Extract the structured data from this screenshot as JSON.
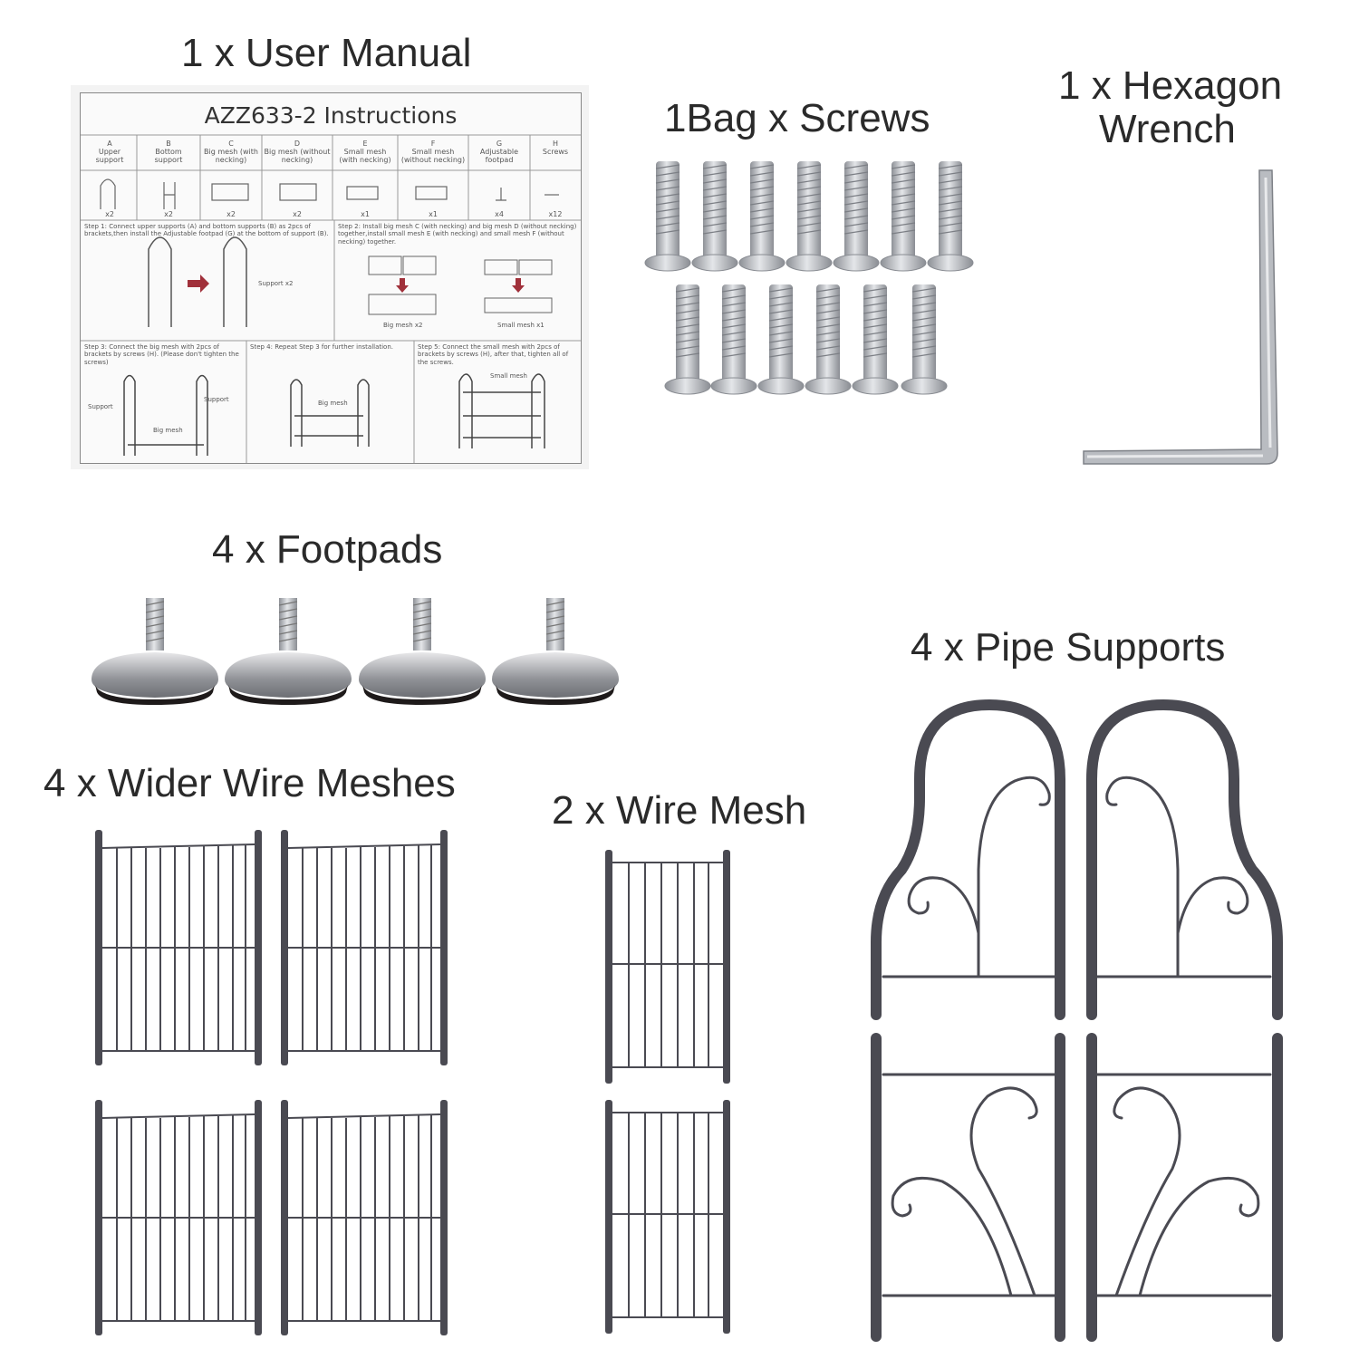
{
  "labels": {
    "user_manual": "1 x User Manual",
    "screws": "1Bag x Screws",
    "wrench_line1": "1 x Hexagon",
    "wrench_line2": "Wrench",
    "footpads": "4 x Footpads",
    "pipe_supports": "4 x Pipe Supports",
    "wider_meshes": "4 x Wider Wire Meshes",
    "wire_mesh": "2 x Wire Mesh"
  },
  "manual": {
    "title": "AZZ633-2 Instructions",
    "parts": [
      {
        "letter": "A",
        "name": "Upper support",
        "qty": "x2"
      },
      {
        "letter": "B",
        "name": "Bottom support",
        "qty": "x2"
      },
      {
        "letter": "C",
        "name": "Big mesh (with necking)",
        "qty": "x2"
      },
      {
        "letter": "D",
        "name": "Big mesh (without necking)",
        "qty": "x2"
      },
      {
        "letter": "E",
        "name": "Small mesh (with necking)",
        "qty": "x1"
      },
      {
        "letter": "F",
        "name": "Small mesh (without necking)",
        "qty": "x1"
      },
      {
        "letter": "G",
        "name": "Adjustable footpad",
        "qty": "x4"
      },
      {
        "letter": "H",
        "name": "Screws",
        "qty": "x12"
      }
    ],
    "step1": "Step 1: Connect upper supports (A) and bottom supports (B) as 2pcs of brackets,then install the Adjustable footpad (G) at the bottom of support (B).",
    "step2": "Step 2: Install big mesh C (with necking) and big mesh D (without necking) together,install small mesh E (with necking) and small mesh F (without necking) together.",
    "step3": "Step 3: Connect the big mesh with 2pcs of brackets by screws (H). (Please don't tighten the screws)",
    "step4": "Step 4: Repeat Step 3 for further installation.",
    "step5": "Step 5: Connect the small mesh with 2pcs of brackets by screws (H), after that, tighten all of the screws.",
    "support_x2": "Support x2",
    "big_mesh_x2": "Big mesh x2",
    "small_mesh_x1": "Small mesh x1",
    "support": "Support",
    "big_mesh": "Big mesh",
    "small_mesh": "Small mesh"
  },
  "counts": {
    "screws": 13,
    "footpads": 4,
    "wider_meshes": 4,
    "wire_meshes": 2,
    "pipe_supports": 4
  },
  "colors": {
    "metal_dark": "#4a4a52",
    "screw_silver": "#b9bcc1",
    "text": "#2a2a2a"
  }
}
